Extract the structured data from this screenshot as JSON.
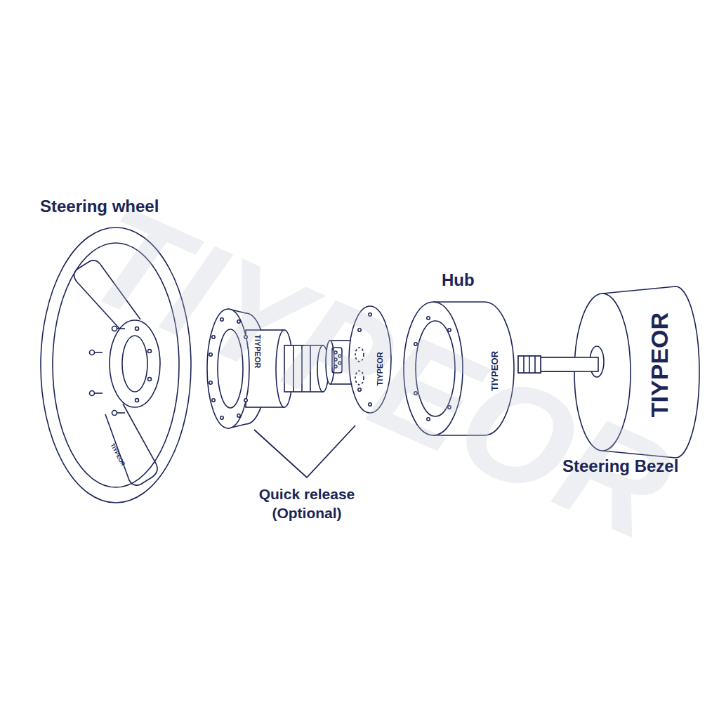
{
  "diagram": {
    "labels": [
      "Steering wheel",
      "TIYPEOR",
      "TIYPEOR",
      "TIYPEOR",
      "Quick release (Optional)",
      "Hub",
      "TIYPEOR",
      "TIYPEOR",
      "Steering Bezel",
      "TIYPEOR"
    ]
  }
}
